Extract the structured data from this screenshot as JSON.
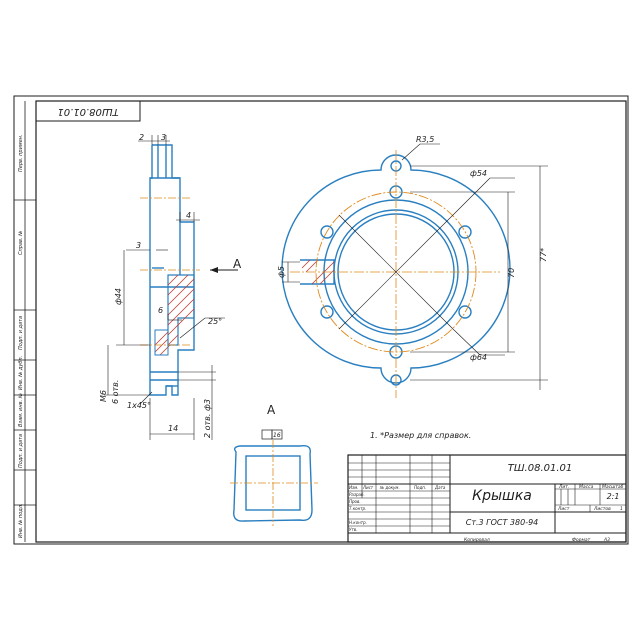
{
  "drawing": {
    "code_top": "ТШ08.01.01",
    "code": "ТШ.08.01.01",
    "title": "Крышка",
    "material": "Ст.3 ГОСТ 380-94",
    "note": "1. *Размер для справок.",
    "scale": "2:1",
    "sheet_label": "Лист",
    "sheets_label": "Листов",
    "sheets_count": "1",
    "lit_label": "Лит.",
    "mass_label": "Масса",
    "scale_label": "Масштаб",
    "copied_label": "Копировал",
    "format_label": "Формат",
    "format_value": "A3"
  },
  "title_block": {
    "col_izm": "Изм.",
    "col_list": "Лист",
    "col_doc": "№ докум.",
    "col_sign": "Подп.",
    "col_date": "Дата",
    "row_razrab": "Разраб.",
    "row_prov": "Пров.",
    "row_tkontr": "Т.контр.",
    "row_nkontr": "Н.контр.",
    "row_utv": "Утв."
  },
  "side_stamp": {
    "perv_primen": "Перв. примен.",
    "sprav_no": "Справ. №",
    "podp_data_1": "Подп. и дата",
    "inv_dubl": "Инв. № дубл.",
    "vzam_inv": "Взам. инв. №",
    "podp_data_2": "Подп. и дата",
    "inv_podl": "Инв. № подл."
  },
  "dims": {
    "d2": "2",
    "d3a": "3",
    "d4": "4",
    "d3b": "3",
    "d44": "ф44",
    "d6": "6",
    "a25": "25°",
    "m6": "М6",
    "holes6": "6 отв.",
    "ch145": "1х45°",
    "d14": "14",
    "holes2": "2 отв. ф3",
    "view_a": "А",
    "view_a2": "А",
    "r35": "R3,5",
    "d54": "ф54",
    "d64": "ф64",
    "d70": "70",
    "d77": "77*",
    "d5": "ф5",
    "flat": "16"
  }
}
